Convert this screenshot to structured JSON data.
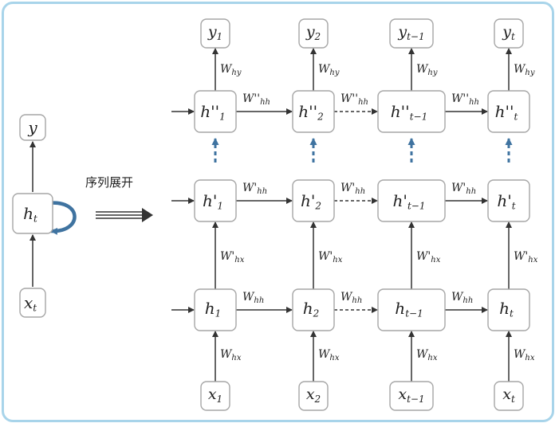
{
  "diagram": {
    "unroll_label": "序列展开",
    "folded": {
      "output": [
        "y",
        ""
      ],
      "hidden": [
        "h",
        "t"
      ],
      "input": [
        "x",
        "t"
      ]
    },
    "outputs": [
      [
        "y",
        "1"
      ],
      [
        "y",
        "2"
      ],
      [
        "y",
        "t−1"
      ],
      [
        "y",
        "t"
      ]
    ],
    "layer3": [
      [
        "h''",
        "1"
      ],
      [
        "h''",
        "2"
      ],
      [
        "h''",
        "t−1"
      ],
      [
        "h''",
        "t"
      ]
    ],
    "layer2": [
      [
        "h'",
        "1"
      ],
      [
        "h'",
        "2"
      ],
      [
        "h'",
        "t−1"
      ],
      [
        "h'",
        "t"
      ]
    ],
    "layer1": [
      [
        "h",
        "1"
      ],
      [
        "h",
        "2"
      ],
      [
        "h",
        "t−1"
      ],
      [
        "h",
        "t"
      ]
    ],
    "inputs": [
      [
        "x",
        "1"
      ],
      [
        "x",
        "2"
      ],
      [
        "x",
        "t−1"
      ],
      [
        "x",
        "t"
      ]
    ],
    "weights": {
      "hy": [
        "W",
        "hy"
      ],
      "hh3": [
        "W''",
        "hh"
      ],
      "hh2": [
        "W'",
        "hh"
      ],
      "hh1": [
        "W",
        "hh"
      ],
      "hx2": [
        "W'",
        "hx"
      ],
      "hx1": [
        "W",
        "hx"
      ]
    }
  }
}
